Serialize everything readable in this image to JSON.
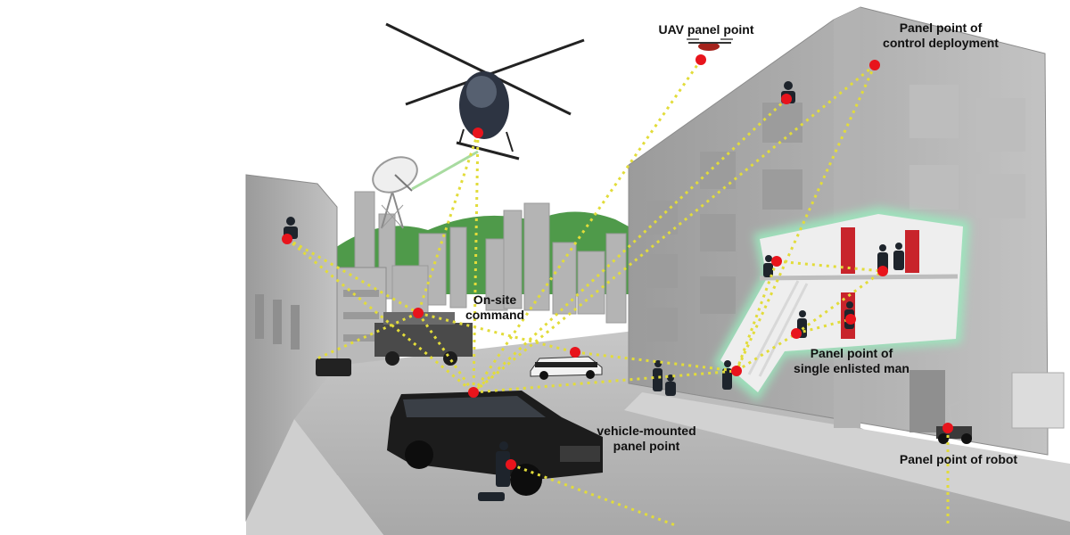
{
  "labels": {
    "uav": "UAV panel point",
    "control_line1": "Panel point of",
    "control_line2": "control deployment",
    "onsite_line1": "On-site",
    "onsite_line2": "command",
    "single_line1": "Panel point of",
    "single_line2": "single enlisted man",
    "vehicle_line1": "vehicle-mounted",
    "vehicle_line2": "panel point",
    "robot": "Panel point of robot"
  },
  "colors": {
    "node": "#e8141c",
    "link": "#e2dc3a",
    "satellite_link": "#a8dba0",
    "sky": "#ffffff",
    "hills": "#4f9a4a",
    "building": "#a9a9a9",
    "road": "#b5b5b5",
    "cutaway_glow": "#9ce7bd"
  }
}
